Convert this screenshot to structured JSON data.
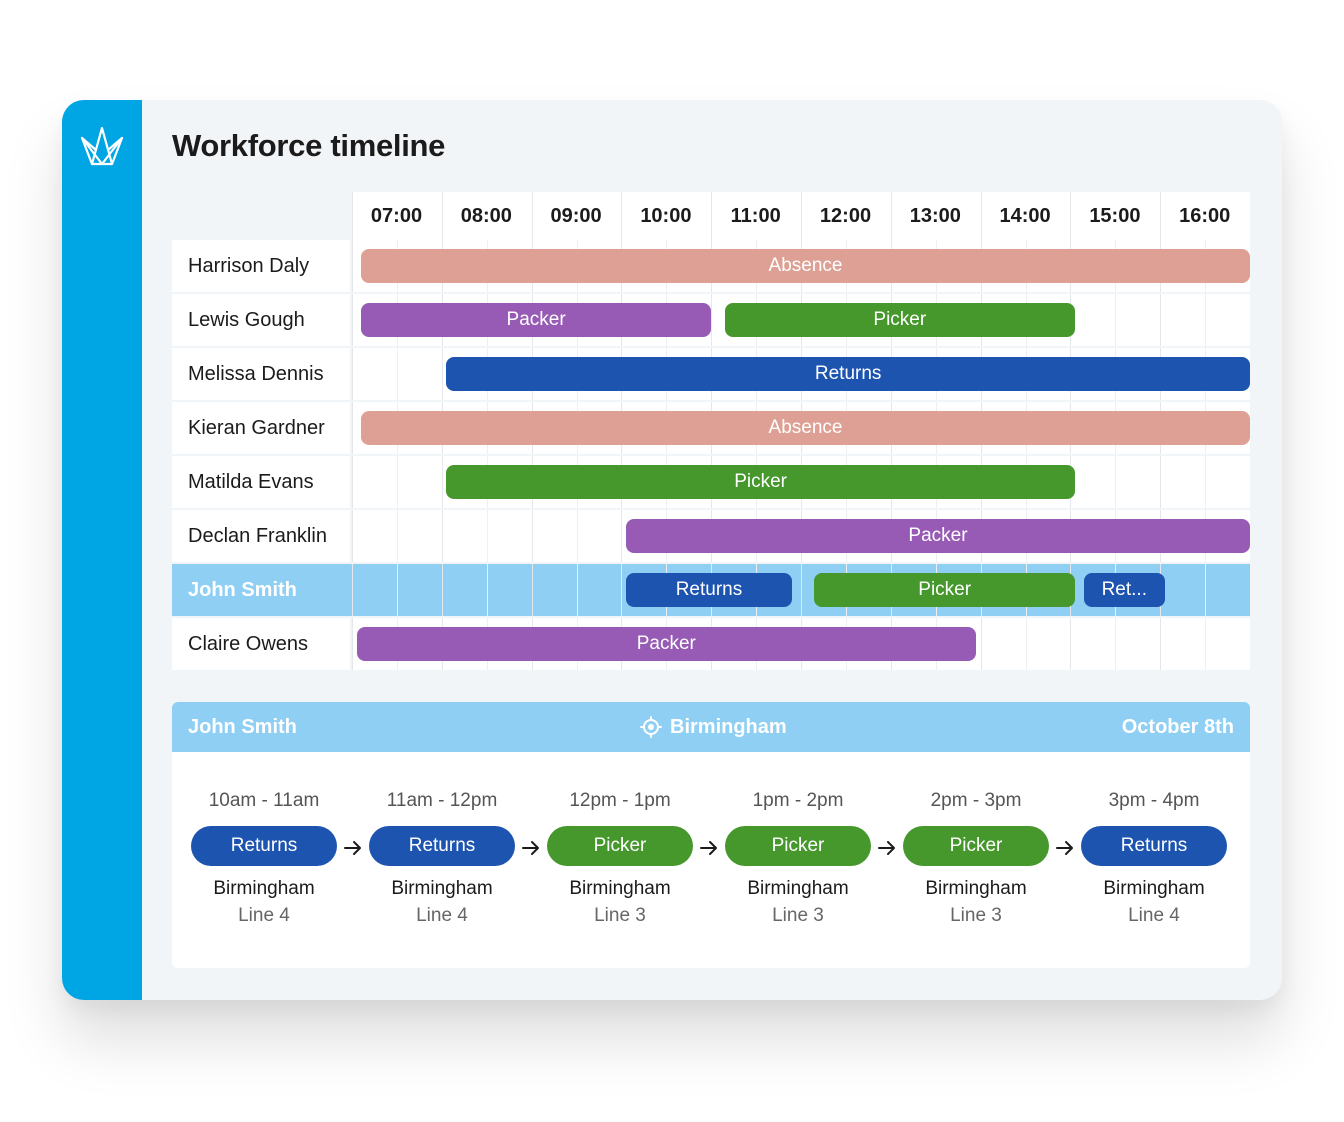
{
  "app": {
    "title": "Workforce timeline",
    "logo_icon": "crown-icon"
  },
  "timeline": {
    "hours": [
      "07:00",
      "08:00",
      "09:00",
      "10:00",
      "11:00",
      "12:00",
      "13:00",
      "14:00",
      "15:00",
      "16:00"
    ],
    "rows": [
      {
        "name": "Harrison Daly",
        "highlight": false,
        "shifts": [
          {
            "label": "Absence",
            "role": "absence",
            "start": 7.0,
            "end": 16.9
          }
        ]
      },
      {
        "name": "Lewis Gough",
        "highlight": false,
        "shifts": [
          {
            "label": "Packer",
            "role": "packer",
            "start": 7.0,
            "end": 10.9
          },
          {
            "label": "Picker",
            "role": "picker",
            "start": 11.05,
            "end": 14.95
          }
        ]
      },
      {
        "name": "Melissa Dennis",
        "highlight": false,
        "shifts": [
          {
            "label": "Returns",
            "role": "returns",
            "start": 7.95,
            "end": 16.9
          }
        ]
      },
      {
        "name": "Kieran Gardner",
        "highlight": false,
        "shifts": [
          {
            "label": "Absence",
            "role": "absence",
            "start": 7.0,
            "end": 16.9
          }
        ]
      },
      {
        "name": "Matilda Evans",
        "highlight": false,
        "shifts": [
          {
            "label": "Picker",
            "role": "picker",
            "start": 7.95,
            "end": 14.95
          }
        ]
      },
      {
        "name": "Declan Franklin",
        "highlight": false,
        "shifts": [
          {
            "label": "Packer",
            "role": "packer",
            "start": 9.95,
            "end": 16.9
          }
        ]
      },
      {
        "name": "John Smith",
        "highlight": true,
        "shifts": [
          {
            "label": "Returns",
            "role": "returns",
            "start": 9.95,
            "end": 11.8
          },
          {
            "label": "Picker",
            "role": "picker",
            "start": 12.05,
            "end": 14.95
          },
          {
            "label": "Ret...",
            "role": "returns",
            "start": 15.05,
            "end": 15.95
          }
        ]
      },
      {
        "name": "Claire Owens",
        "highlight": false,
        "shifts": [
          {
            "label": "Packer",
            "role": "packer",
            "start": 6.95,
            "end": 13.85
          }
        ]
      }
    ]
  },
  "colors": {
    "absence": "#dea094",
    "packer": "#975bb5",
    "picker": "#46982c",
    "returns": "#1d54b0",
    "highlight": "#8fcff3",
    "sidebar": "#00a5e3"
  },
  "detail": {
    "name": "John Smith",
    "location": "Birmingham",
    "location_icon": "location-target-icon",
    "date": "October 8th",
    "slots": [
      {
        "time": "10am - 11am",
        "label": "Returns",
        "role": "returns",
        "location": "Birmingham",
        "line": "Line 4"
      },
      {
        "time": "11am - 12pm",
        "label": "Returns",
        "role": "returns",
        "location": "Birmingham",
        "line": "Line 4"
      },
      {
        "time": "12pm - 1pm",
        "label": "Picker",
        "role": "picker",
        "location": "Birmingham",
        "line": "Line 3"
      },
      {
        "time": "1pm - 2pm",
        "label": "Picker",
        "role": "picker",
        "location": "Birmingham",
        "line": "Line 3"
      },
      {
        "time": "2pm - 3pm",
        "label": "Picker",
        "role": "picker",
        "location": "Birmingham",
        "line": "Line 3"
      },
      {
        "time": "3pm - 4pm",
        "label": "Returns",
        "role": "returns",
        "location": "Birmingham",
        "line": "Line 4"
      }
    ]
  }
}
